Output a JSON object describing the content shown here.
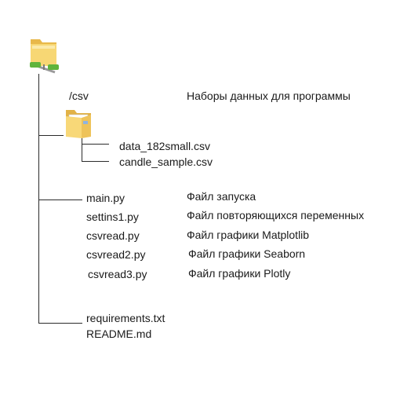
{
  "root": {
    "icon": "network-folder-icon"
  },
  "csv_folder": {
    "name": "/csv",
    "description": "Наборы данных для программы",
    "icon": "folder-icon",
    "files": [
      "data_182small.csv",
      "candle_sample.csv"
    ]
  },
  "scripts": [
    {
      "name": "main.py",
      "description": "Файл запуска"
    },
    {
      "name": "settins1.py",
      "description": "Файл повторяющихся переменных"
    },
    {
      "name": "csvread.py",
      "description": "Файл графики Matplotlib"
    },
    {
      "name": "csvread2.py",
      "description": "Файл графики Seaborn"
    },
    {
      "name": "csvread3.py",
      "description": "Файл графики Plotly"
    }
  ],
  "other_files": [
    "requirements.txt",
    "README.md"
  ]
}
